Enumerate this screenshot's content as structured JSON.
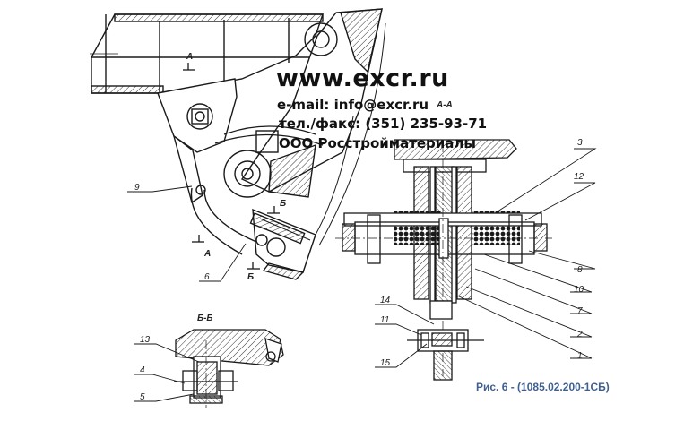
{
  "watermark": {
    "site": "www.excr.ru",
    "email": "e-mail: info@excr.ru",
    "phone": "тел./факс: (351) 235-93-71",
    "company": "ООО Росстройматериалы"
  },
  "caption": "Рис. 6 - (1085.02.200-1СБ)",
  "section_labels": {
    "aa": "А-А",
    "bb": "Б-Б",
    "a_top": "А",
    "a_bottom": "А",
    "b_top": "Б",
    "b_bottom": "Б"
  },
  "callouts": {
    "c1": "1",
    "c2": "2",
    "c3": "3",
    "c4": "4",
    "c5": "5",
    "c6": "6",
    "c7": "7",
    "c8": "8",
    "c9": "9",
    "c10": "10",
    "c11": "11",
    "c12": "12",
    "c13": "13",
    "c14": "14",
    "c15": "15"
  },
  "colors": {
    "line": "#1a1a1a",
    "caption": "#3f5f8f"
  }
}
